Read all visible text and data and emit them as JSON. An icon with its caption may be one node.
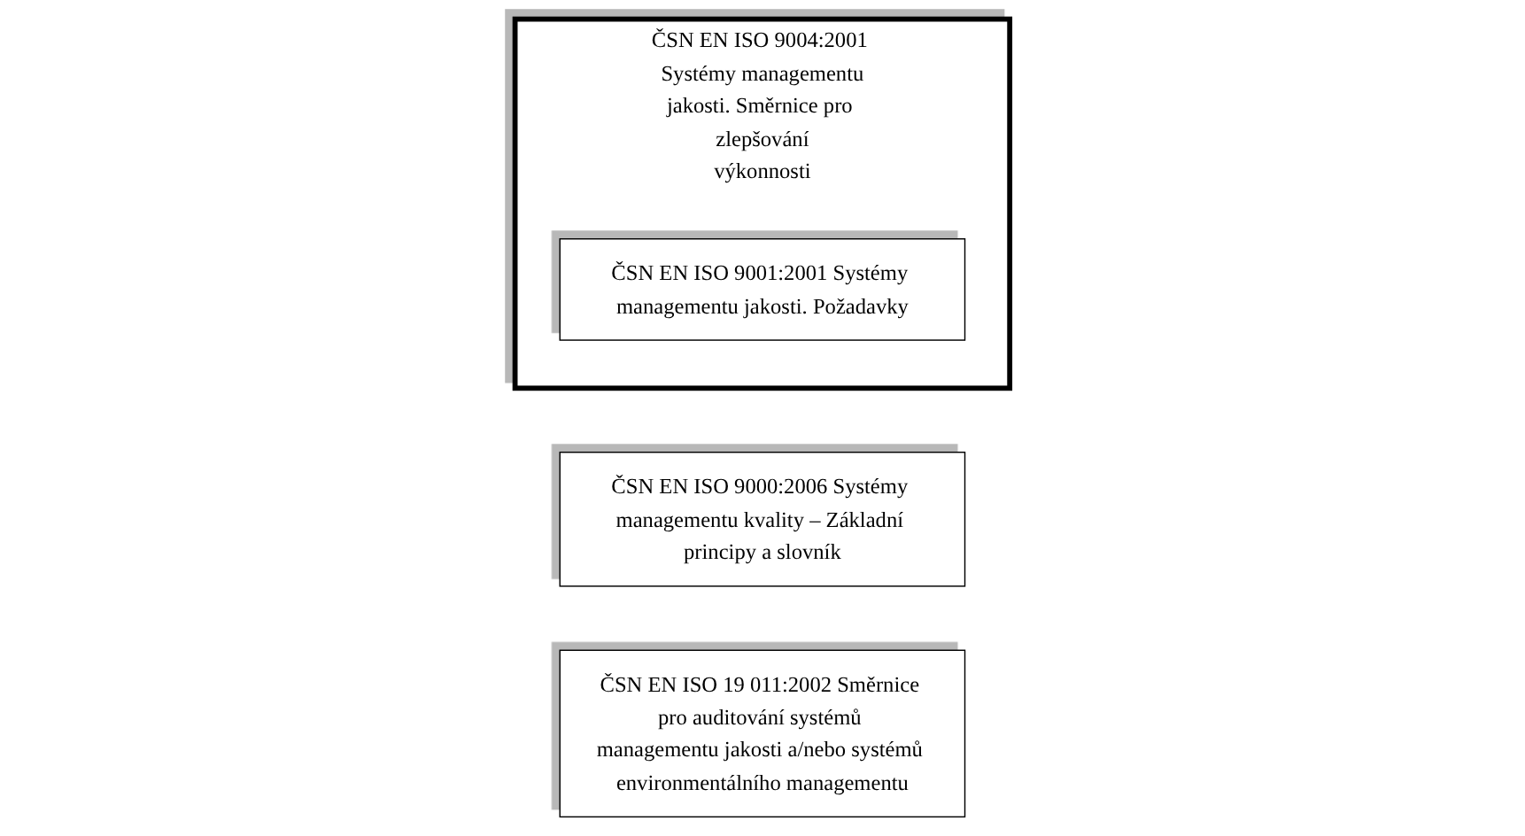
{
  "diagram": {
    "nodes": [
      {
        "text": [
          "ČSN EN ISO 9000:2006 Systémy managementu kvality – Základní principy a slovník"
        ]
      },
      {
        "text": [
          "ČSN EN ISO 9004:2001 Systémy managementu jakosti. Směrnice pro zlepšování výkonnosti"
        ]
      },
      {
        "text": [
          "ČSN EN ISO 9001:2001 Systémy managementu jakosti. Požadavky"
        ],
        "in": 1
      },
      {
        "text": [
          "ČSN EN ISO 19 011:2002 Směrnice pro auditování systémů managementu jakosti a/nebo systémů environmentálního managementu"
        ]
      }
    ],
    "edges": []
  }
}
